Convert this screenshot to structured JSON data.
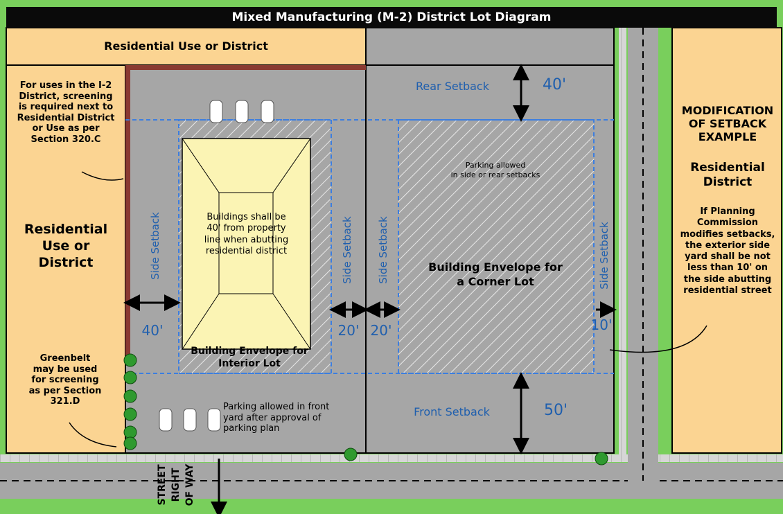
{
  "title": "Mixed Manufacturing (M-2) District Lot Diagram",
  "top_band": "Residential Use or District",
  "left_district": {
    "line1": "Residential",
    "line2": "Use or",
    "line3": "District"
  },
  "screening_note": [
    "For uses in the I-2",
    "District, screening",
    "is required next to",
    "Residential District",
    "or Use as per",
    "Section 320.C"
  ],
  "greenbelt_note": [
    "Greenbelt",
    "may be used",
    "for screening",
    "as per Section",
    "321.D"
  ],
  "interior_lot": {
    "building_note": [
      "Buildings shall be",
      "40' from property",
      "line when abutting",
      "residential district"
    ],
    "envelope_label": [
      "Building Envelope for",
      "Interior Lot"
    ],
    "side_setback_left": "Side Setback",
    "side_setback_right": "Side Setback",
    "dim_left": "40'",
    "dim_right": "20'"
  },
  "corner_lot": {
    "rear_setback": "Rear Setback",
    "rear_dim": "40'",
    "parking_side_note": [
      "Parking allowed",
      "in side or rear setbacks"
    ],
    "envelope_label": [
      "Building Envelope for",
      "a Corner Lot"
    ],
    "side_setback_left": "Side Setback",
    "side_setback_right": "Side Setback",
    "dim_left": "20'",
    "dim_right": "10'",
    "front_setback": "Front Setback",
    "front_dim": "50'"
  },
  "front_parking_note": [
    "Parking allowed in front",
    "yard after approval of",
    "parking plan"
  ],
  "street_label": [
    "STREET",
    "RIGHT",
    "OF WAY"
  ],
  "modification": {
    "heading": [
      "MODIFICATION",
      "OF SETBACK",
      "EXAMPLE"
    ],
    "subheading": [
      "Residential",
      "District"
    ],
    "body": [
      "If Planning",
      "Commission",
      "modifies setbacks,",
      "the exterior side",
      "yard shall be not",
      "less than 10' on",
      "the side abutting",
      "residential street"
    ]
  },
  "colors": {
    "residential": "#fbd492",
    "lot": "#a6a6a6",
    "building": "#fbf4b4",
    "grass": "#79cf5c",
    "sidewalk": "#d6d6d6",
    "setback_line": "#3c7ee0",
    "screen_wall": "#8a3a32",
    "title_bar": "#0a0a0a"
  }
}
